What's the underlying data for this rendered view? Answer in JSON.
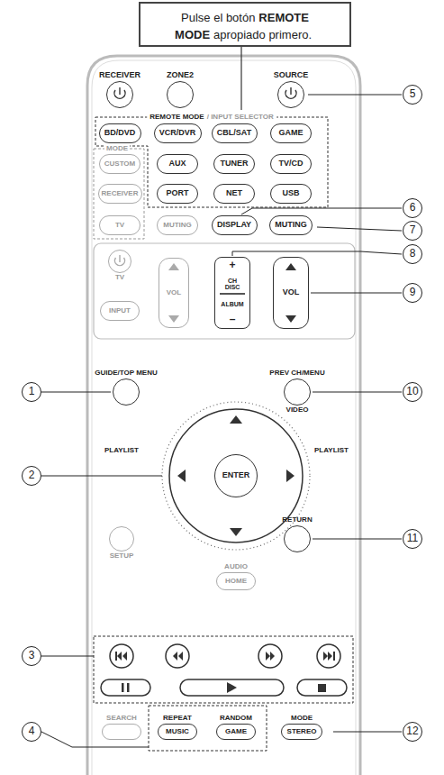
{
  "diagram": {
    "nodes": [
      {
        "text": [
          "Pulse el botón",
          "REMOTE MODE",
          "apropiado primero."
        ]
      },
      {
        "text": [
          "RECEIVER"
        ]
      },
      {
        "text": [
          "ZONE2"
        ]
      },
      {
        "text": [
          "SOURCE"
        ]
      },
      {
        "text": [
          "BD/DVD"
        ]
      },
      {
        "text": [
          "VCR/DVR"
        ]
      },
      {
        "text": [
          "CBL/SAT"
        ]
      },
      {
        "text": [
          "GAME"
        ]
      },
      {
        "text": [
          "CUSTOM"
        ]
      },
      {
        "text": [
          "AUX"
        ]
      },
      {
        "text": [
          "TUNER"
        ]
      },
      {
        "text": [
          "TV/CD"
        ]
      },
      {
        "text": [
          "RECEIVER"
        ]
      },
      {
        "text": [
          "PORT"
        ]
      },
      {
        "text": [
          "NET"
        ]
      },
      {
        "text": [
          "USB"
        ]
      },
      {
        "text": [
          "TV"
        ]
      },
      {
        "text": [
          "MUTING"
        ]
      },
      {
        "text": [
          "DISPLAY"
        ]
      },
      {
        "text": [
          "MUTING"
        ]
      },
      {
        "text": [
          "TV"
        ]
      },
      {
        "text": [
          "INPUT"
        ]
      },
      {
        "text": [
          "VOL"
        ]
      },
      {
        "text": [
          "+",
          "CH DISC",
          "ALBUM",
          "–"
        ]
      },
      {
        "text": [
          "VOL"
        ]
      },
      {
        "text": [
          "GUIDE/TOP MENU"
        ]
      },
      {
        "text": [
          "PREV CH/MENU",
          "VIDEO"
        ]
      },
      {
        "text": [
          "ENTER"
        ]
      },
      {
        "text": [
          "SETUP"
        ]
      },
      {
        "text": [
          "RETURN"
        ]
      },
      {
        "text": [
          "AUDIO",
          "HOME"
        ]
      },
      {
        "text": [
          "SEARCH"
        ]
      },
      {
        "text": [
          "REPEAT",
          "MUSIC"
        ]
      },
      {
        "text": [
          "RANDOM",
          "GAME"
        ]
      },
      {
        "text": [
          "MODE",
          "STEREO"
        ]
      }
    ],
    "labels": [
      "REMOTE MODE",
      "/ INPUT SELECTOR",
      "5",
      "MODE",
      "6",
      "7",
      "8",
      "9",
      "1",
      "10",
      "PLAYLIST",
      "2",
      "PLAYLIST",
      "11",
      "3",
      "4",
      "12"
    ]
  }
}
